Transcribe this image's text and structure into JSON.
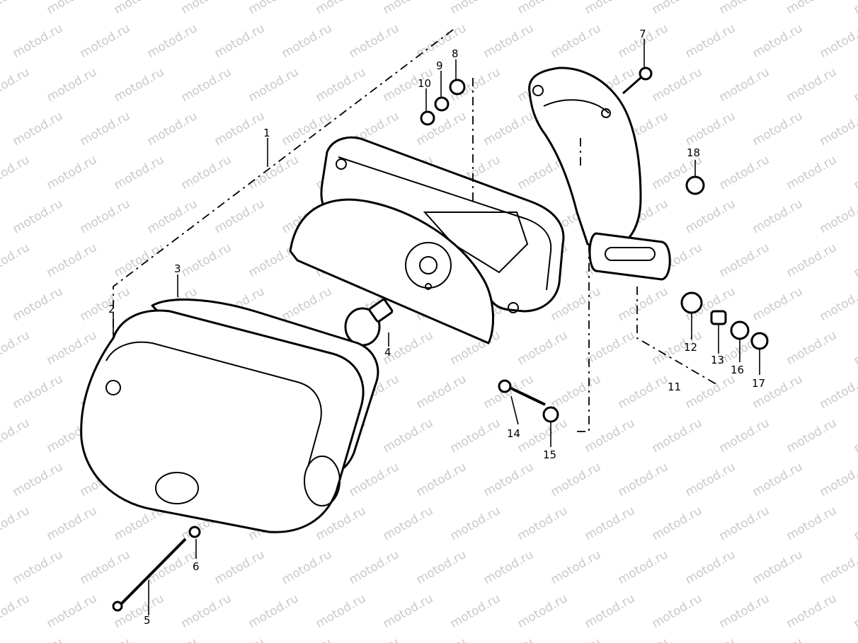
{
  "watermark": "motod.ru",
  "callouts": [
    "1",
    "2",
    "3",
    "4",
    "5",
    "6",
    "7",
    "8",
    "9",
    "10",
    "11",
    "12",
    "13",
    "14",
    "15",
    "16",
    "17",
    "18"
  ]
}
